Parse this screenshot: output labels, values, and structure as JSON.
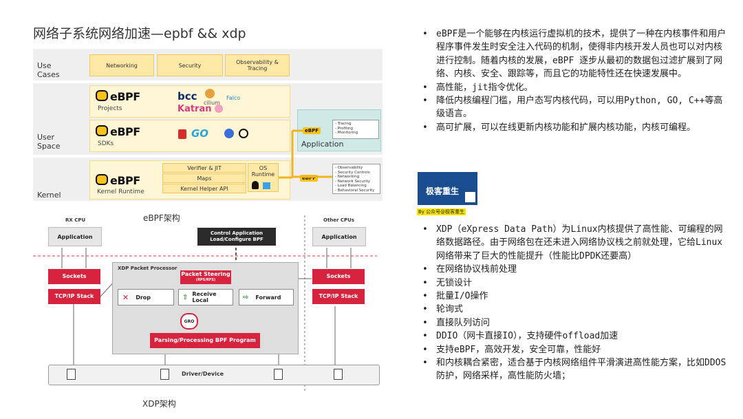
{
  "title": "网络子系统网络加速—epbf && xdp",
  "ebpf_arch": {
    "rows": {
      "use_cases": "Use\nCases",
      "user_space": "User\nSpace",
      "kernel": "Kernel"
    },
    "use_case_boxes": [
      "Networking",
      "Security",
      "Observability &\nTracing"
    ],
    "logo_text": "eBPF",
    "projects_label": "Projects",
    "project_logos": [
      "bcc",
      "cilium",
      "Falco",
      "Katran"
    ],
    "sdks_label": "SDKs",
    "sdk_logos": [
      "GO"
    ],
    "runtime_label": "Kernel Runtime",
    "runtime_boxes": [
      "Verifier & JIT",
      "Maps",
      "Kernel Helper API"
    ],
    "os_runtime": "OS\nRuntime",
    "application": "Application",
    "app_list": [
      "- Tracing",
      "- Profiling",
      "- Monitoring"
    ],
    "kernel_list": [
      "- Observability",
      "- Security Controls",
      "- Networking",
      "- Network Security",
      "- Load Balancing",
      "- Behavioral Security"
    ],
    "chip": "eBPF",
    "caption": "eBPF架构"
  },
  "xdp_arch": {
    "rx_cpu": "RX CPU",
    "other_cpus": "Other CPUs",
    "application": "Application",
    "control_app": "Control Application\nLoad/Configure BPF",
    "sockets": "Sockets",
    "tcpip": "TCP/IP Stack",
    "xdp_processor": "XDP Packet Processor",
    "packet_steering": "Packet Steering",
    "packet_steering_sub": "(RPS/RFS)",
    "drop": "Drop",
    "receive_local": "Receive Local",
    "forward": "Forward",
    "gro": "GRO",
    "parsing": "Parsing/Processing BPF Program",
    "driver": "Driver/Device",
    "caption": "XDP架构"
  },
  "bullets_top": [
    "eBPF是一个能够在内核运行虚拟机的技术，提供了一种在内核事件和用户程序事件发生时安全注入代码的机制，使得非内核开发人员也可以对内核进行控制。随着内核的发展，eBPF 逐步从最初的数据包过滤扩展到了网络、内核、安全、跟踪等，而且它的功能特性还在快速发展中。",
    "高性能，jit指令优化。",
    "降低内核编程门槛，用户态写内核代码，可以用Python, GO, C++等高级语言。",
    "高可扩展，可以在线更新内核功能和扩展内核功能，内核可编程。"
  ],
  "qr": {
    "title": "极客重生",
    "caption": "By 公众号@极客重生"
  },
  "bullets_bottom": [
    "XDP（eXpress Data Path）为Linux内核提供了高性能、可编程的网络数据路径。由于网络包在还未进入网络协议栈之前就处理，它给Linux网络带来了巨大的性能提升（性能比DPDK还要高）",
    "在网络协议栈前处理",
    "无锁设计",
    "批量I/O操作",
    "轮询式",
    "直接队列访问",
    "DDIO（网卡直接IO），支持硬件offload加速",
    "支持eBPF，高效开发，安全可靠，性能好",
    "和内核耦合紧密，适合基于内核网络组件平滑演进高性能方案，比如DDOS防护，网络采样，高性能防火墙；"
  ]
}
